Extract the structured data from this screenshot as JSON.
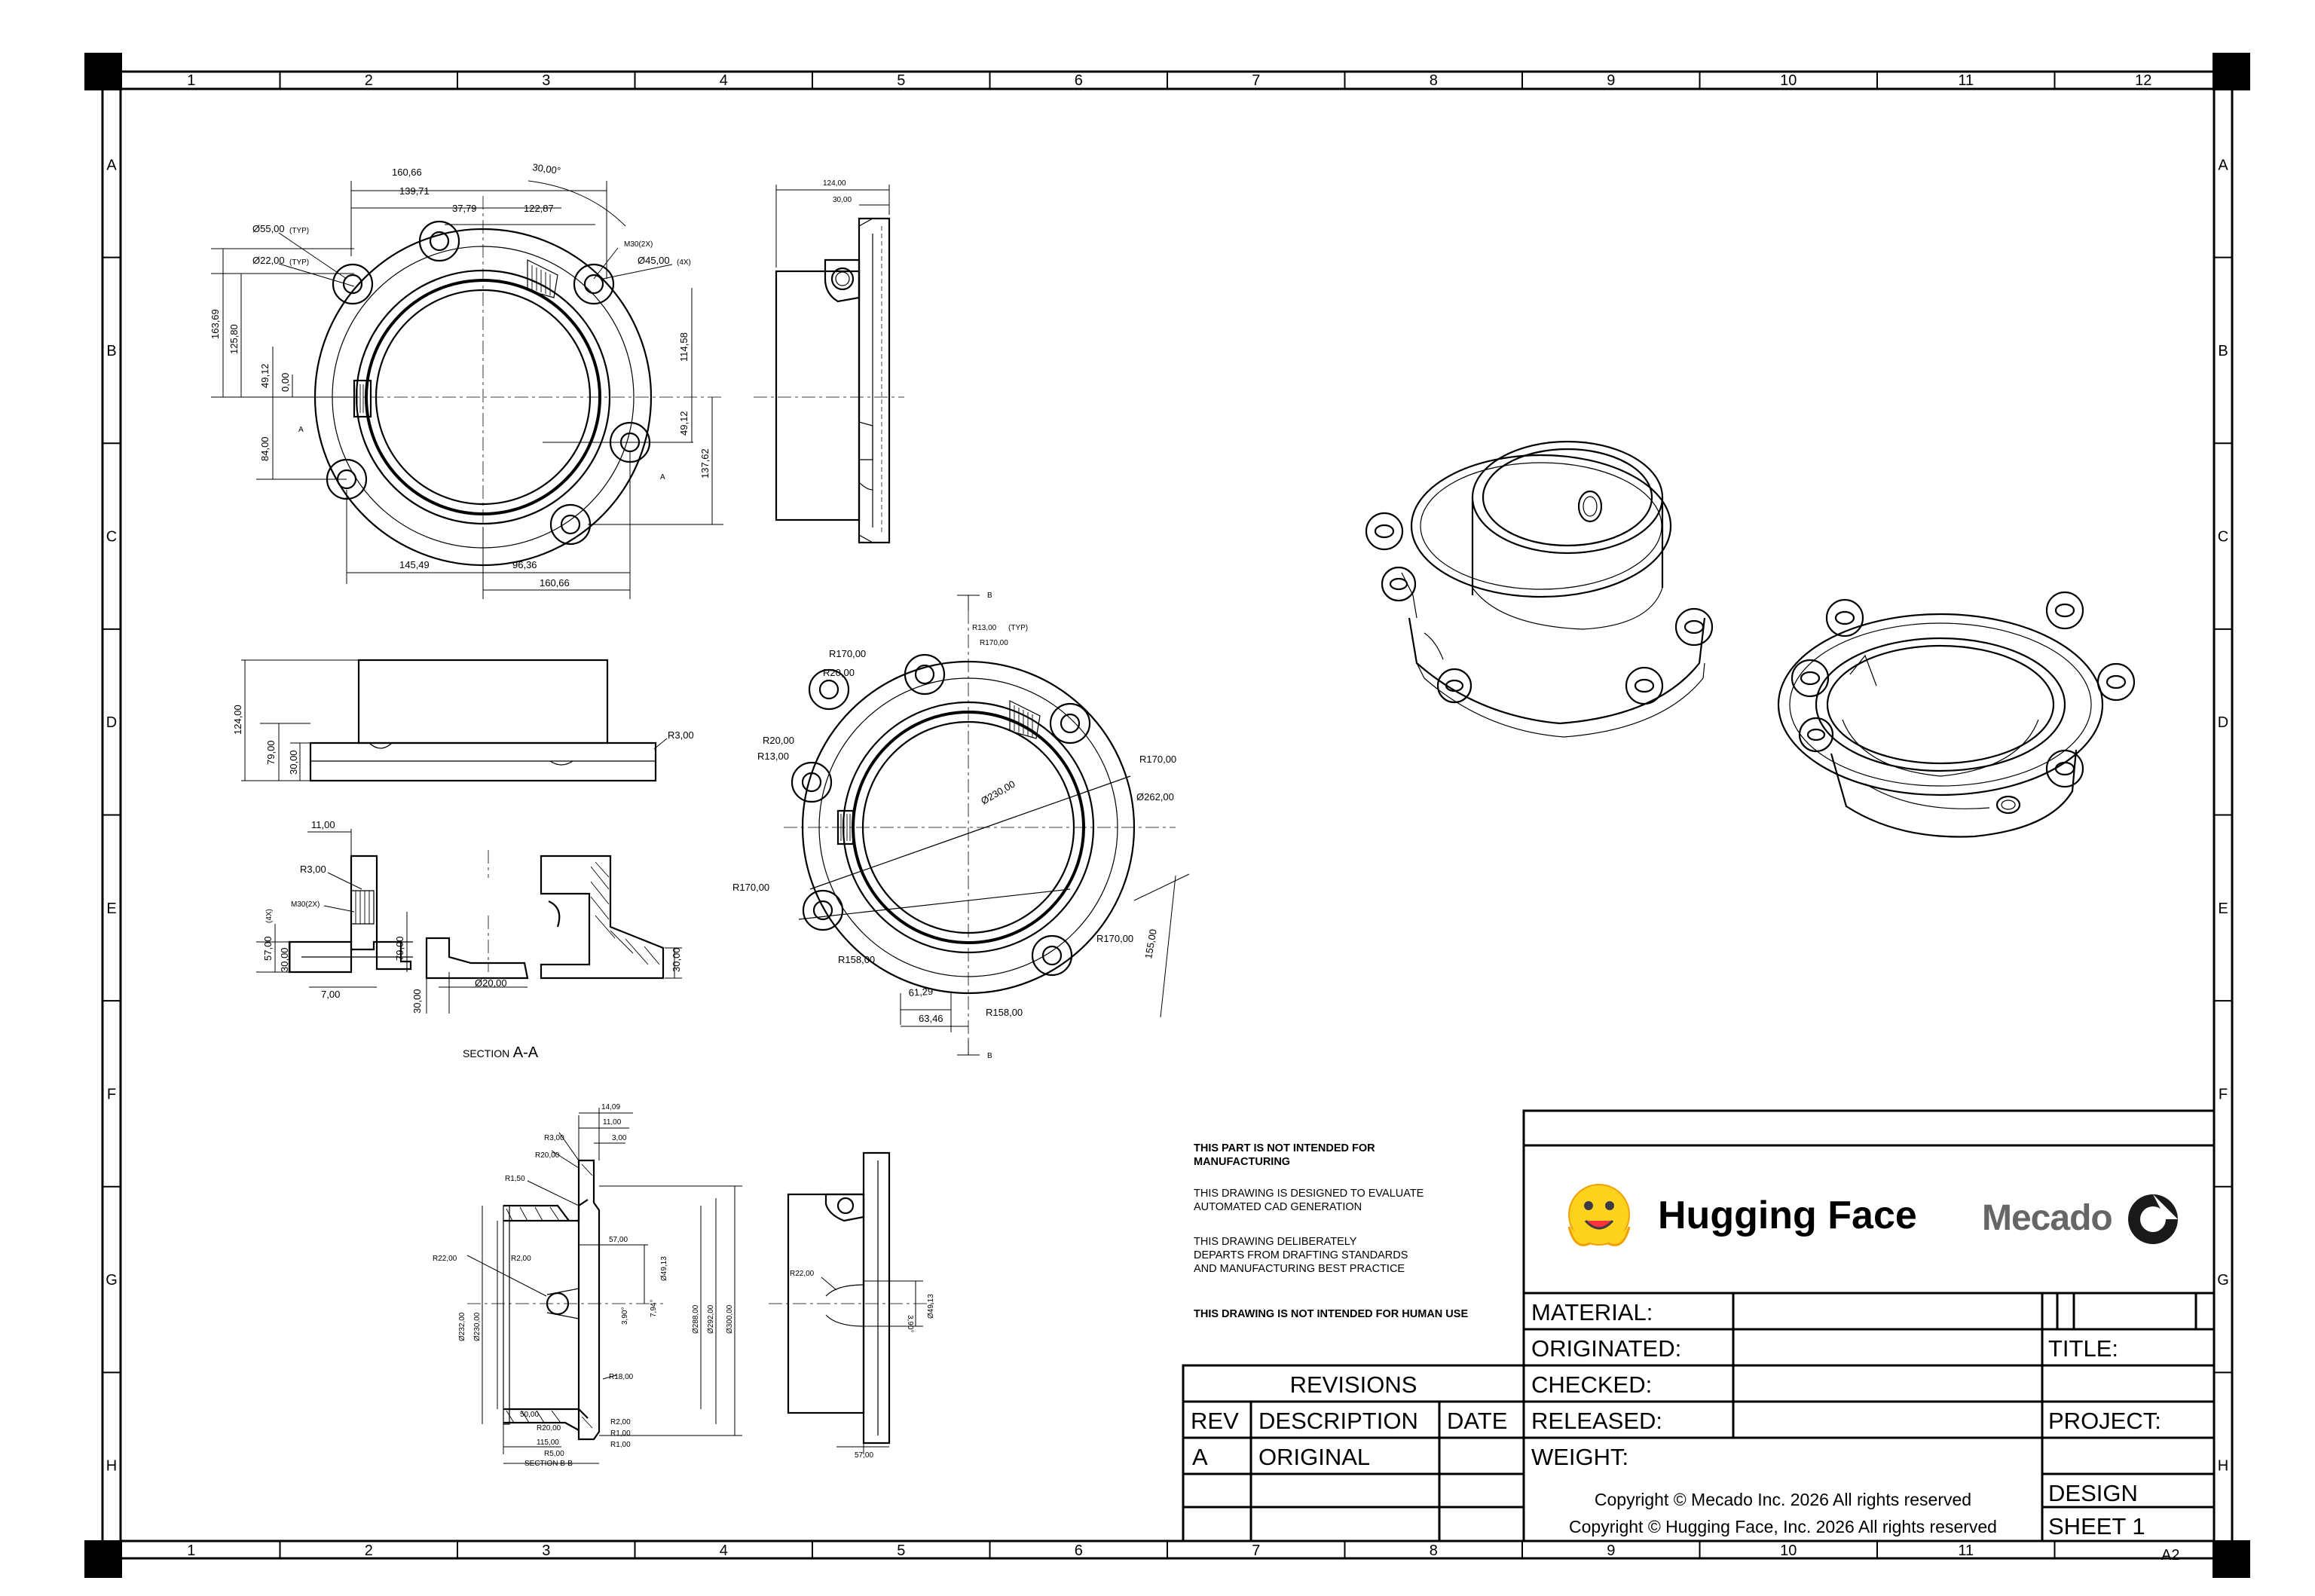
{
  "grid": {
    "columns": [
      "1",
      "2",
      "3",
      "4",
      "5",
      "6",
      "7",
      "8",
      "9",
      "10",
      "11",
      "12"
    ],
    "rows": [
      "A",
      "B",
      "C",
      "D",
      "E",
      "F",
      "G",
      "H"
    ]
  },
  "top_view": {
    "dims": [
      "160,66",
      "139,71",
      "37,79",
      "122,87",
      "30,00°",
      "Ø55,00",
      "Ø22,00",
      "M30(2X)",
      "Ø45,00",
      "163,69",
      "125,80",
      "49,12",
      "0,00",
      "114,58",
      "84,00",
      "49,12",
      "137,62",
      "145,49",
      "96,36",
      "160,66",
      "A",
      "A"
    ],
    "small_notes": [
      "(TYP)",
      "(TYP)",
      "(4X)"
    ]
  },
  "side_view_top": {
    "dims": [
      "124,00",
      "30,00"
    ]
  },
  "front_view": {
    "dims": [
      "124,00",
      "79,00",
      "30,00",
      "R3,00"
    ]
  },
  "section_view": {
    "dims": [
      "11,00",
      "R3,00",
      "M30(2X)",
      "57,00",
      "30,00",
      "79,00",
      "7,00",
      "30,00",
      "Ø20,00",
      "30,00"
    ],
    "small_notes": [
      "(4X)"
    ],
    "label_prefix": "SECTION",
    "label_name": "A-A"
  },
  "bottom_view": {
    "dims": [
      "B",
      "R13,00",
      "(TYP)",
      "R170,00",
      "R170,00",
      "R20,00",
      "R20,00",
      "R13,00",
      "Ø230,00",
      "R170,00",
      "Ø262,00",
      "R170,00",
      "R170,00",
      "R158,00",
      "155,00",
      "61,29",
      "63,46",
      "R158,00",
      "B"
    ]
  },
  "section_b": {
    "dims": [
      "14,09",
      "11,00",
      "R3,00",
      "3,00",
      "R20,00",
      "R1,50",
      "57,00",
      "R22,00",
      "R2,00",
      "Ø49,13",
      "Ø232,00",
      "Ø230,00",
      "3,90°",
      "7,94°",
      "Ø288,00",
      "Ø292,00",
      "Ø300,00",
      "R18,00",
      "50,00",
      "R20,00",
      "R2,00",
      "R1,00",
      "115,00",
      "R1,00",
      "R5,00"
    ],
    "section_label": "SECTION B-B"
  },
  "side_view_bottom": {
    "dims": [
      "R22,00",
      "Ø49,13",
      "3,90°",
      "57,00"
    ]
  },
  "notes": [
    "THIS PART IS NOT INTENDED FOR\nMANUFACTURING",
    "THIS DRAWING IS DESIGNED TO EVALUATE\nAUTOMATED CAD GENERATION",
    "THIS DRAWING DELIBERATELY\nDEPARTS FROM DRAFTING STANDARDS\nAND MANUFACTURING BEST PRACTICE",
    "THIS DRAWING IS NOT INTENDED FOR HUMAN USE"
  ],
  "title_block": {
    "brand_left": "Hugging Face",
    "brand_right": "Mecado",
    "material_label": "MATERIAL:",
    "originated_label": "ORIGINATED:",
    "checked_label": "CHECKED:",
    "released_label": "RELEASED:",
    "weight_label": "WEIGHT:",
    "title_label": "TITLE:",
    "project_label": "PROJECT:",
    "design_label": "DESIGN",
    "sheet_label": "SHEET 1",
    "size_label": "A2",
    "copyright_1": "Copyright © Mecado Inc. 2026 All rights reserved",
    "copyright_2": "Copyright © Hugging Face, Inc. 2026 All rights reserved"
  },
  "revisions": {
    "header": "REVISIONS",
    "columns": [
      "REV",
      "DESCRIPTION",
      "DATE"
    ],
    "rows": [
      [
        "A",
        "ORIGINAL",
        ""
      ]
    ]
  }
}
